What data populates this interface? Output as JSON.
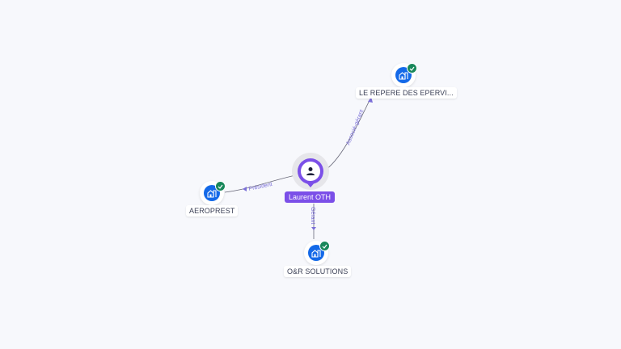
{
  "colors": {
    "background": "#f7f8fc",
    "person": "#7b4fe8",
    "company": "#1469e8",
    "verified": "#18875a",
    "edge": "#6a6a7a",
    "edge_label": "#7b6fd8"
  },
  "center_person": {
    "name": "Laurent OTH",
    "icon": "person-icon"
  },
  "companies": [
    {
      "name": "LE REPERE DES EPERVI...",
      "icon": "building-icon",
      "verified": true
    },
    {
      "name": "AEROPREST",
      "icon": "building-icon",
      "verified": true
    },
    {
      "name": "O&R SOLUTIONS",
      "icon": "building-icon",
      "verified": true
    }
  ],
  "edges": [
    {
      "from": "Laurent OTH",
      "to": "LE REPERE DES EPERVI...",
      "label": "Associé-gérant"
    },
    {
      "from": "Laurent OTH",
      "to": "AEROPREST",
      "label": "Président"
    },
    {
      "from": "Laurent OTH",
      "to": "O&R SOLUTIONS",
      "label": "Gérant"
    }
  ]
}
